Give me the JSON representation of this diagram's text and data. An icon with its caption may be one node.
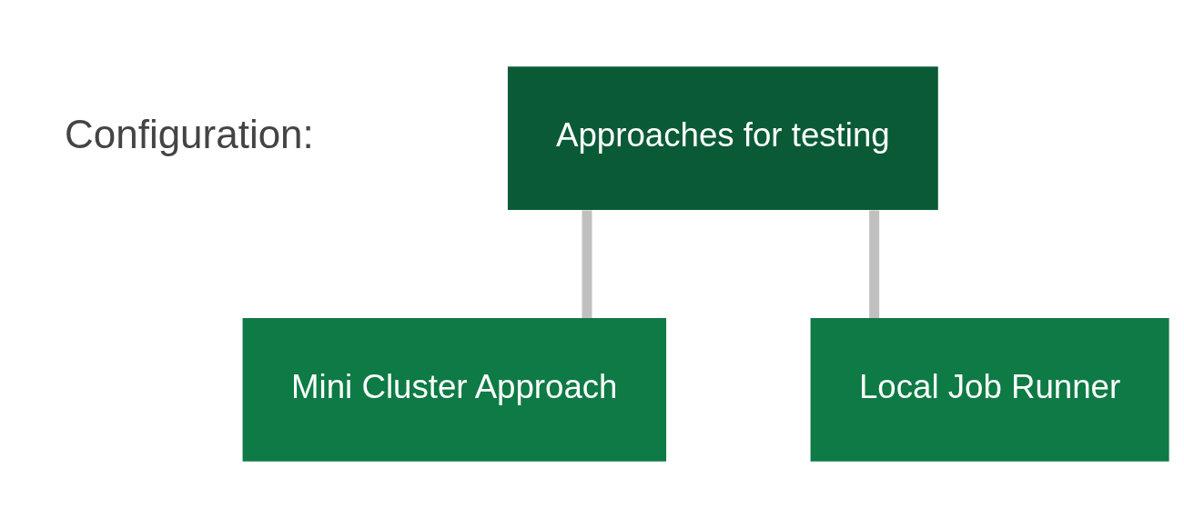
{
  "diagram": {
    "nodes": [
      {
        "text": [
          "Approaches for testing"
        ]
      },
      {
        "text": [
          "Mini Cluster Approach"
        ]
      },
      {
        "text": [
          "Local Job Runner"
        ]
      }
    ],
    "edges": [
      {
        "from": 0,
        "to": 1,
        "arrow": "none"
      },
      {
        "from": 0,
        "to": 2,
        "arrow": "none"
      }
    ],
    "labels": [
      "Configuration:"
    ]
  }
}
